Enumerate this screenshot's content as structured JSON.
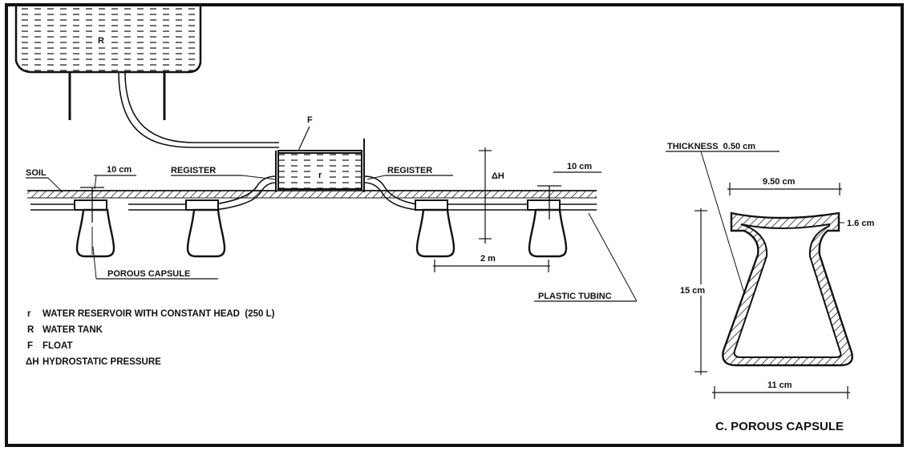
{
  "labels": {
    "tank_letter": "R",
    "float_letter": "F",
    "reservoir_letter": "r",
    "soil": "SOIL",
    "ten_cm_left": "10 cm",
    "register_left": "REGISTER",
    "register_right": "REGISTER",
    "delta_h": "ΔH",
    "ten_cm_right": "10 cm",
    "two_m": "2 m",
    "porous_capsule": "POROUS CAPSULE",
    "plastic_tubing": "PLASTIC TUBINC"
  },
  "legend": [
    {
      "symbol": "r",
      "text": "WATER RESERVOIR WITH CONSTANT HEAD  (250 L)"
    },
    {
      "symbol": "R",
      "text": "WATER TANK"
    },
    {
      "symbol": "F",
      "text": "FLOAT"
    },
    {
      "symbol": "ΔH",
      "text": "HYDROSTATIC PRESSURE"
    }
  ],
  "capsule_detail": {
    "thickness": "THICKNESS  0.50 cm",
    "top_width": "9.50 cm",
    "rim_height": "1.6 cm",
    "height": "15 cm",
    "bottom_width": "11 cm",
    "title": "C. POROUS CAPSULE"
  }
}
